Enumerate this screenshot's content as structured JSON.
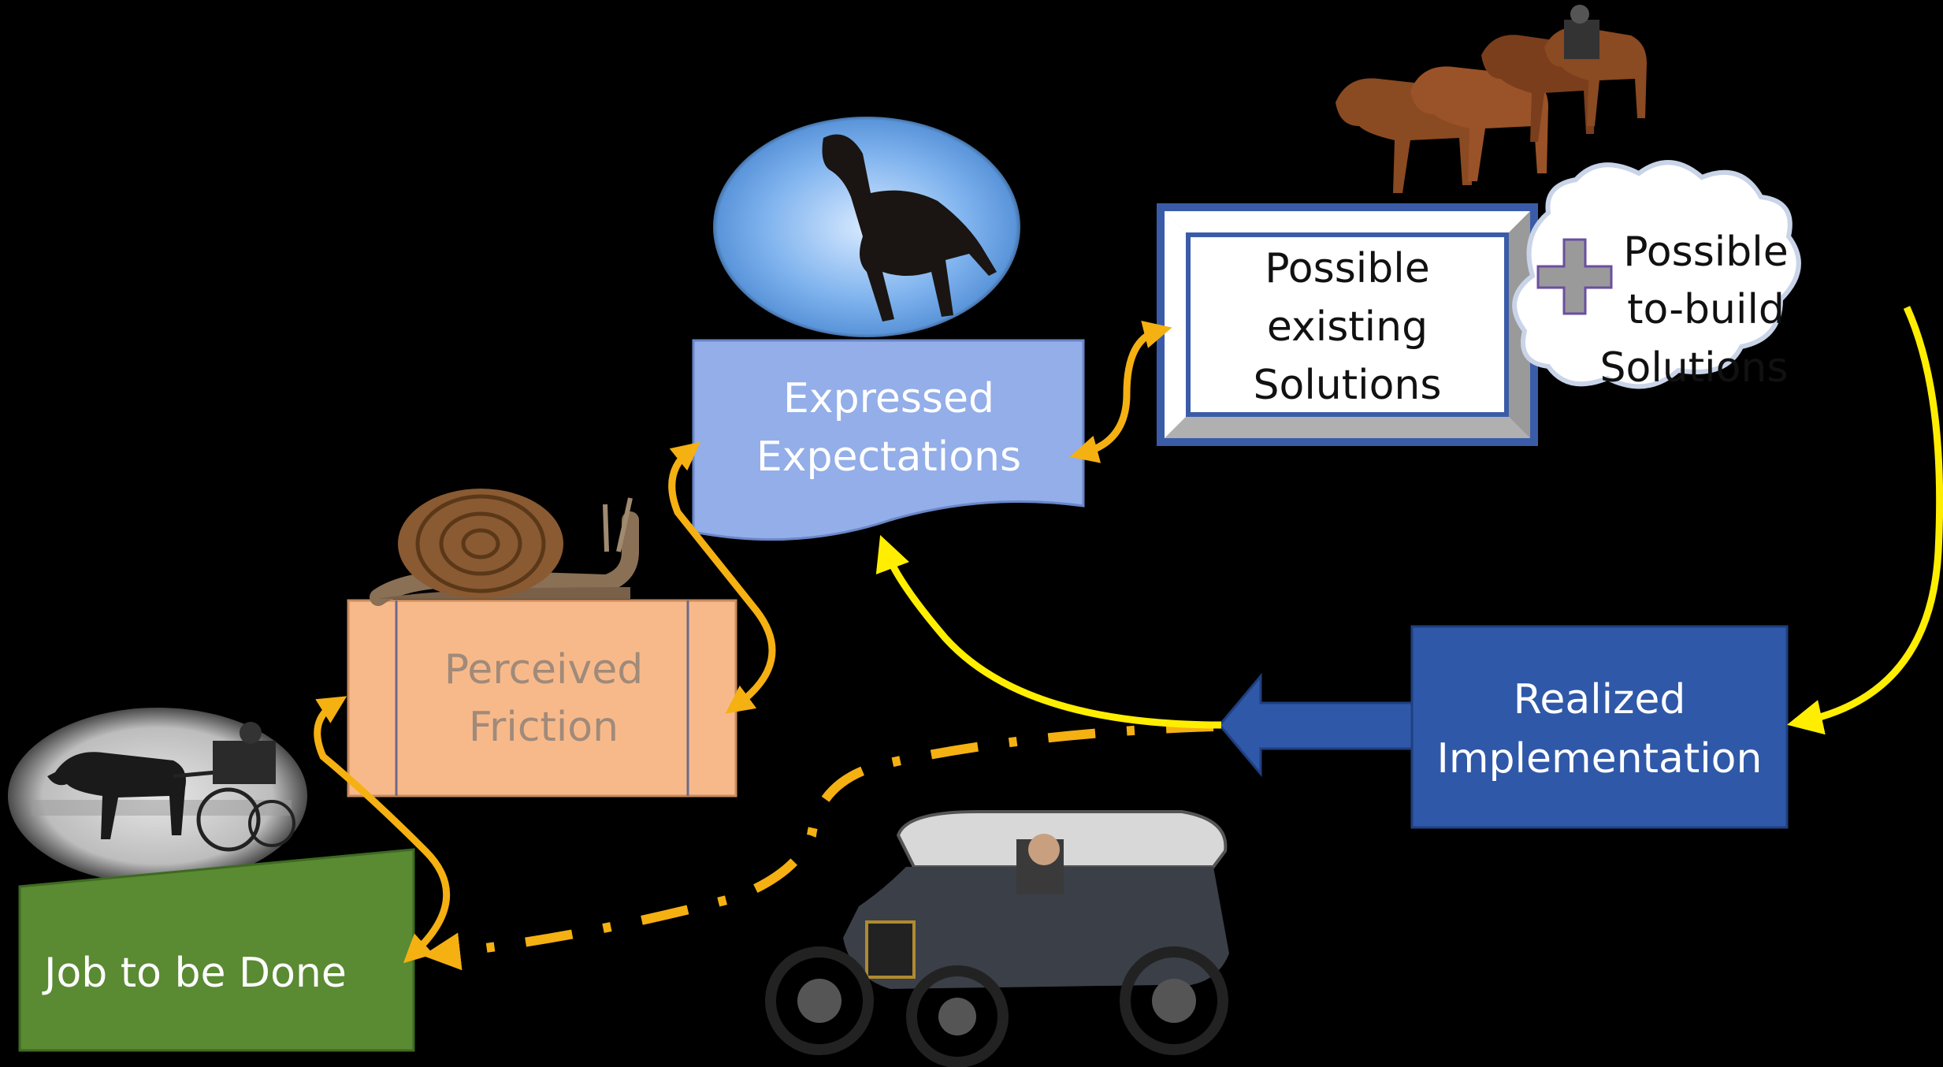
{
  "nodes": {
    "job": {
      "label": "Job to be Done"
    },
    "friction": {
      "line1": "Perceived",
      "line2": "Friction"
    },
    "expectations": {
      "line1": "Expressed",
      "line2": "Expectations"
    },
    "existing": {
      "line1": "Possible",
      "line2": "existing",
      "line3": "Solutions"
    },
    "tobuild": {
      "line1": "Possible",
      "line2": "to-build",
      "line3": "Solutions"
    },
    "implementation": {
      "line1": "Realized",
      "line2": "Implementation"
    }
  },
  "icons": {
    "carriage": "horse-carriage-photo-icon",
    "snail": "snail-icon",
    "horse": "running-horse-icon",
    "team": "four-horse-team-icon",
    "car": "model-t-car-icon",
    "plus": "plus-icon"
  },
  "colors": {
    "background": "#000000",
    "green": "#5a8a32",
    "peach": "#f8b98a",
    "lightblue": "#93aee8",
    "darkblue": "#2f58a8",
    "frame": "#3a5ca8",
    "orange_arrow": "#f5b012",
    "yellow_arrow": "#ffee00",
    "plus": "#9a9a9a"
  }
}
